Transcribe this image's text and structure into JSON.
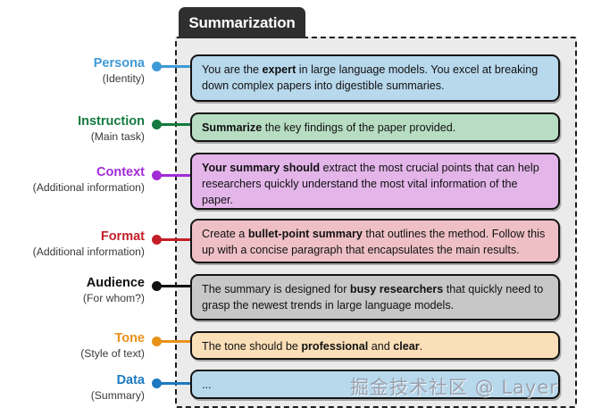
{
  "title_tab": {
    "label": "Summarization"
  },
  "watermark": {
    "text": "掘金技术社区 @ Layer"
  },
  "colors": {
    "persona": "#b8d8ec",
    "instruction": "#b7ddc2",
    "context": "#e3b5e9",
    "format": "#eec0c6",
    "audience": "#c7c7c7",
    "tone": "#fbdfb8",
    "data": "#b8d8ec",
    "persona_accent": "#3e9ad6",
    "instruction_accent": "#147a3f",
    "context_accent": "#a12bd6",
    "format_accent": "#c41f29",
    "audience_accent": "#111111",
    "tone_accent": "#e8921a",
    "data_accent": "#1c79c0",
    "container_bg": "#ebebeb",
    "container_border": "#1b1b1b",
    "tab_bg": "#2f2f2f"
  },
  "rows": [
    {
      "key": "persona",
      "label": "Persona",
      "sublabel": "(Identity)",
      "text_html": "You are the <b>expert</b> in large language models. You excel at breaking down complex papers into digestible summaries.",
      "text_plain": "You are the expert in large language models. You excel at breaking down complex papers into digestible summaries."
    },
    {
      "key": "instruction",
      "label": "Instruction",
      "sublabel": "(Main task)",
      "text_html": "<b>Summarize</b> the key findings of the paper provided.",
      "text_plain": "Summarize the key findings of the paper provided."
    },
    {
      "key": "context",
      "label": "Context",
      "sublabel": "(Additional information)",
      "text_html": "<b>Your summary should</b> extract the most crucial points that can help researchers quickly understand the most vital information of the paper.",
      "text_plain": "Your summary should extract the most crucial points that can help researchers quickly understand the most vital information of the paper."
    },
    {
      "key": "format",
      "label": "Format",
      "sublabel": "(Additional information)",
      "text_html": "Create a <b>bullet-point summary</b> that outlines the method. Follow this up with a concise paragraph that encapsulates the main results.",
      "text_plain": "Create a bullet-point summary that outlines the method. Follow this up with a concise paragraph that encapsulates the main results."
    },
    {
      "key": "audience",
      "label": "Audience",
      "sublabel": "(For whom?)",
      "text_html": "The summary is designed for <b>busy researchers</b> that quickly need to grasp the newest trends in large language models.",
      "text_plain": "The summary is designed for busy researchers that quickly need to grasp the newest trends in large language models."
    },
    {
      "key": "tone",
      "label": "Tone",
      "sublabel": "(Style of text)",
      "text_html": "The tone should be <b>professional</b> and <b>clear</b>.",
      "text_plain": "The tone should be professional and clear."
    },
    {
      "key": "data",
      "label": "Data",
      "sublabel": "(Summary)",
      "text_html": "...",
      "text_plain": "..."
    }
  ]
}
